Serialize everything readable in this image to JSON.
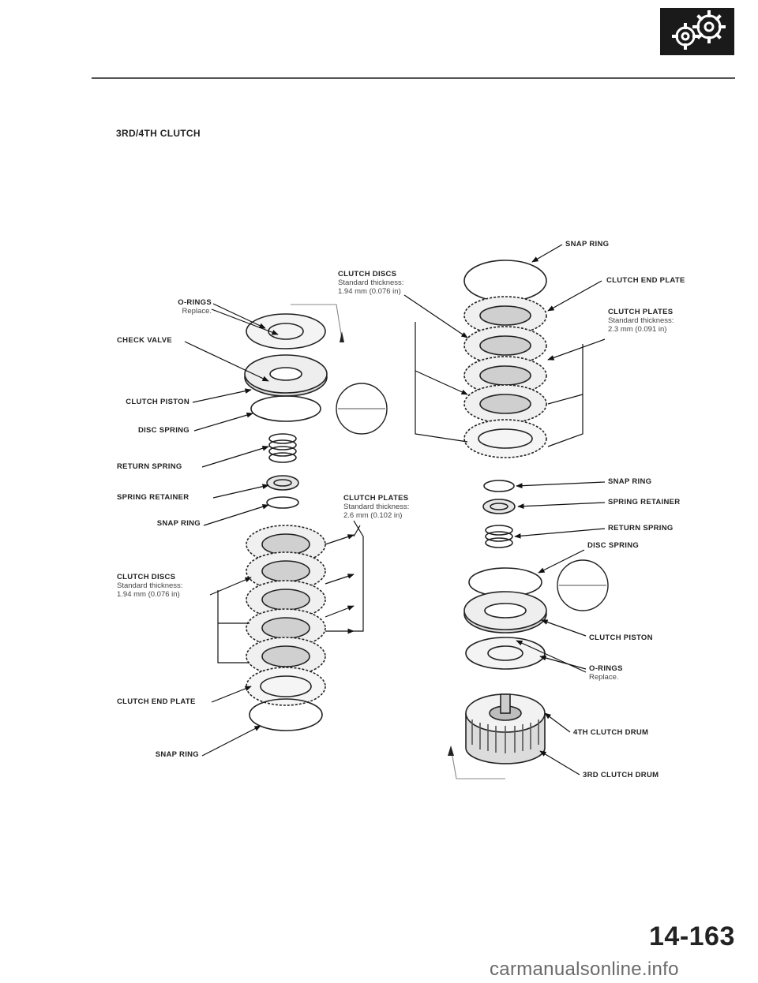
{
  "section_title": "3RD/4TH CLUTCH",
  "page_number": "14-163",
  "watermark": "carmanualsonline.info",
  "logo_icon": "gears-icon",
  "left_labels": {
    "o_rings": {
      "title": "O-RINGS",
      "note": "Replace."
    },
    "check_valve": {
      "title": "CHECK VALVE"
    },
    "clutch_piston": {
      "title": "CLUTCH PISTON"
    },
    "disc_spring": {
      "title": "DISC SPRING"
    },
    "return_spring": {
      "title": "RETURN SPRING"
    },
    "spring_retainer": {
      "title": "SPRING RETAINER"
    },
    "snap_ring": {
      "title": "SNAP RING"
    },
    "clutch_discs": {
      "title": "CLUTCH DISCS",
      "note1": "Standard thickness:",
      "note2": "1.94 mm (0.076 in)"
    },
    "clutch_end_plate": {
      "title": "CLUTCH END PLATE"
    },
    "snap_ring_bottom": {
      "title": "SNAP RING"
    }
  },
  "center_labels": {
    "clutch_discs": {
      "title": "CLUTCH DISCS",
      "note1": "Standard thickness:",
      "note2": "1.94 mm (0.076 in)"
    },
    "clutch_plates": {
      "title": "CLUTCH PLATES",
      "note1": "Standard thickness:",
      "note2": "2.6 mm (0.102 in)"
    }
  },
  "right_labels": {
    "snap_ring_top": {
      "title": "SNAP RING"
    },
    "clutch_end_plate": {
      "title": "CLUTCH END PLATE"
    },
    "clutch_plates": {
      "title": "CLUTCH PLATES",
      "note1": "Standard thickness:",
      "note2": "2.3 mm (0.091 in)"
    },
    "snap_ring": {
      "title": "SNAP RING"
    },
    "spring_retainer": {
      "title": "SPRING RETAINER"
    },
    "return_spring": {
      "title": "RETURN SPRING"
    },
    "disc_spring": {
      "title": "DISC SPRING"
    },
    "clutch_piston": {
      "title": "CLUTCH PISTON"
    },
    "o_rings": {
      "title": "O-RINGS",
      "note": "Replace."
    },
    "fourth_clutch_drum": {
      "title": "4TH CLUTCH DRUM"
    },
    "third_clutch_drum": {
      "title": "3RD CLUTCH DRUM"
    }
  }
}
